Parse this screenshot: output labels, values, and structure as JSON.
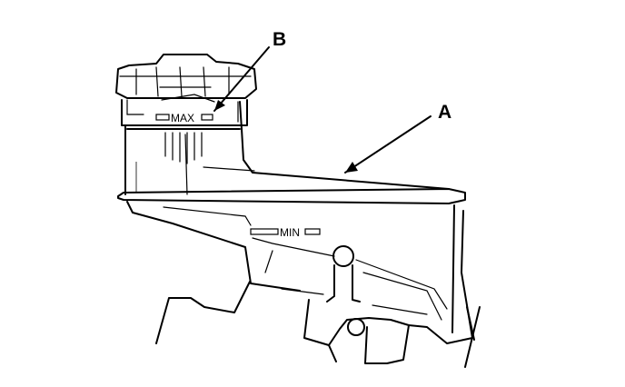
{
  "callouts": {
    "a": "A",
    "b": "B"
  },
  "markings": {
    "max": "MAX",
    "min": "MIN"
  },
  "colors": {
    "line": "#000000",
    "background": "#ffffff"
  }
}
